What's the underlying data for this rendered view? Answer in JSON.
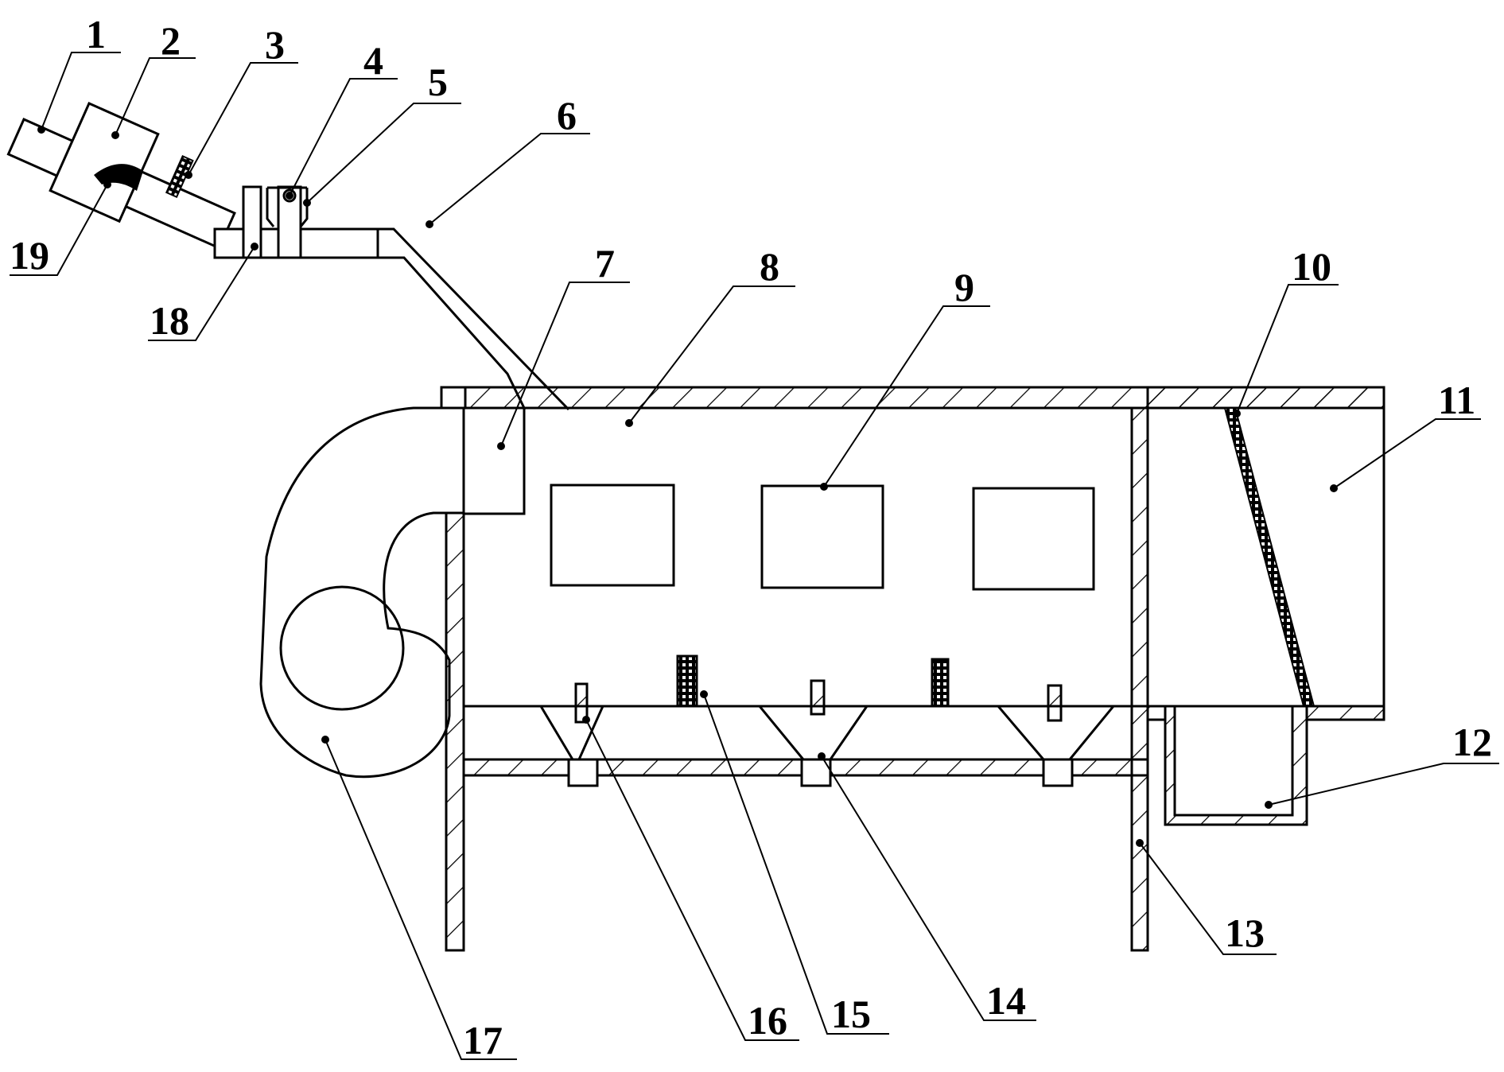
{
  "figure": {
    "type": "patent mechanical drawing",
    "background": "#ffffff",
    "line_color": "#000000"
  },
  "labels": [
    {
      "id": "1",
      "text": "1"
    },
    {
      "id": "2",
      "text": "2"
    },
    {
      "id": "3",
      "text": "3"
    },
    {
      "id": "4",
      "text": "4"
    },
    {
      "id": "5",
      "text": "5"
    },
    {
      "id": "6",
      "text": "6"
    },
    {
      "id": "7",
      "text": "7"
    },
    {
      "id": "8",
      "text": "8"
    },
    {
      "id": "9",
      "text": "9"
    },
    {
      "id": "10",
      "text": "10"
    },
    {
      "id": "11",
      "text": "11"
    },
    {
      "id": "12",
      "text": "12"
    },
    {
      "id": "13",
      "text": "13"
    },
    {
      "id": "14",
      "text": "14"
    },
    {
      "id": "15",
      "text": "15"
    },
    {
      "id": "16",
      "text": "16"
    },
    {
      "id": "17",
      "text": "17"
    },
    {
      "id": "18",
      "text": "18"
    },
    {
      "id": "19",
      "text": "19"
    }
  ]
}
